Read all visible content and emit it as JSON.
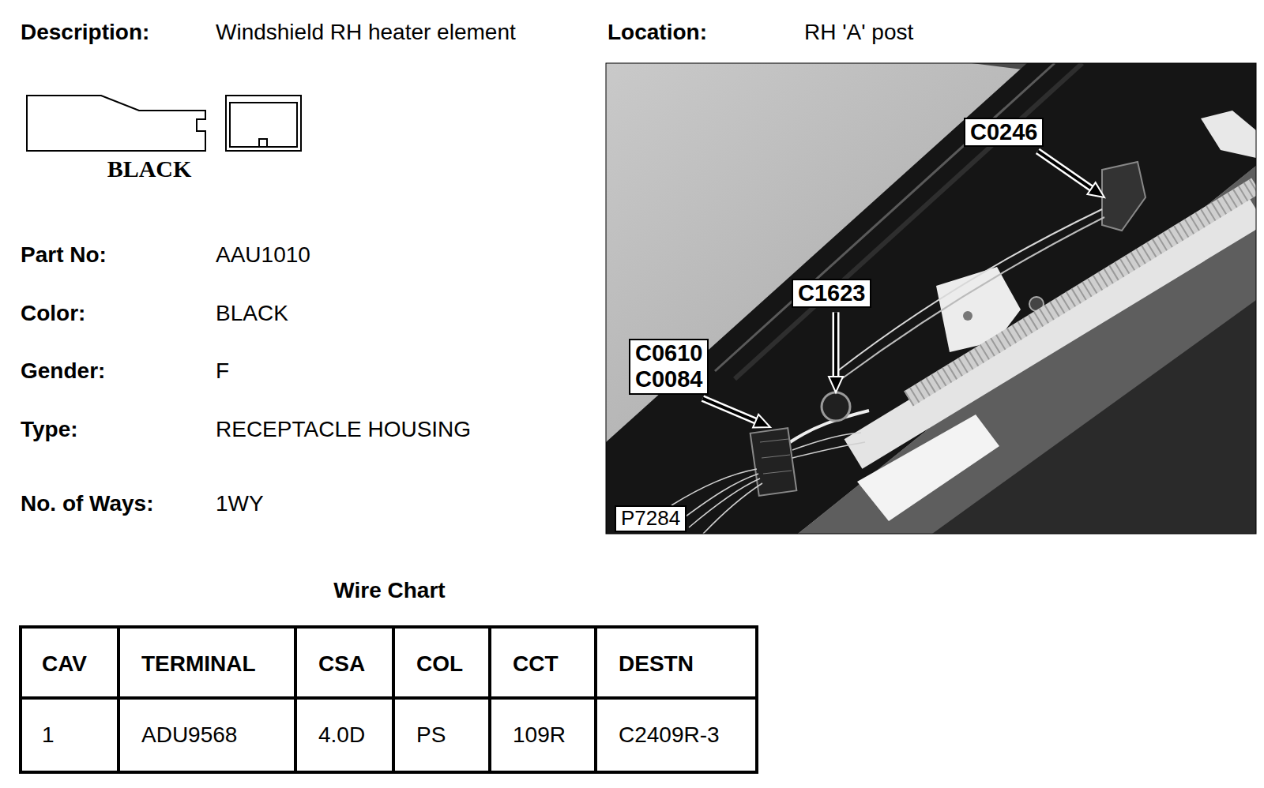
{
  "diagram": {
    "nodes": [
      {
        "text": [
          "C0246"
        ]
      },
      {
        "text": [
          "C1623"
        ]
      },
      {
        "text": [
          "C0610",
          "C0084"
        ]
      },
      {
        "text": [
          "P7284"
        ]
      }
    ],
    "labels": [
      "Description:",
      "Windshield RH heater element",
      "Location:",
      "RH 'A' post",
      "BLACK",
      "Part No:",
      "AAU1010",
      "Color:",
      "BLACK",
      "Gender:",
      "F",
      "Type:",
      "RECEPTACLE HOUSING",
      "No. of Ways:",
      "1WY",
      "Wire Chart",
      "CAV",
      "TERMINAL",
      "CSA",
      "COL",
      "CCT",
      "DESTN",
      "1",
      "ADU9568",
      "4.0D",
      "PS",
      "109R",
      "C2409R-3"
    ]
  }
}
